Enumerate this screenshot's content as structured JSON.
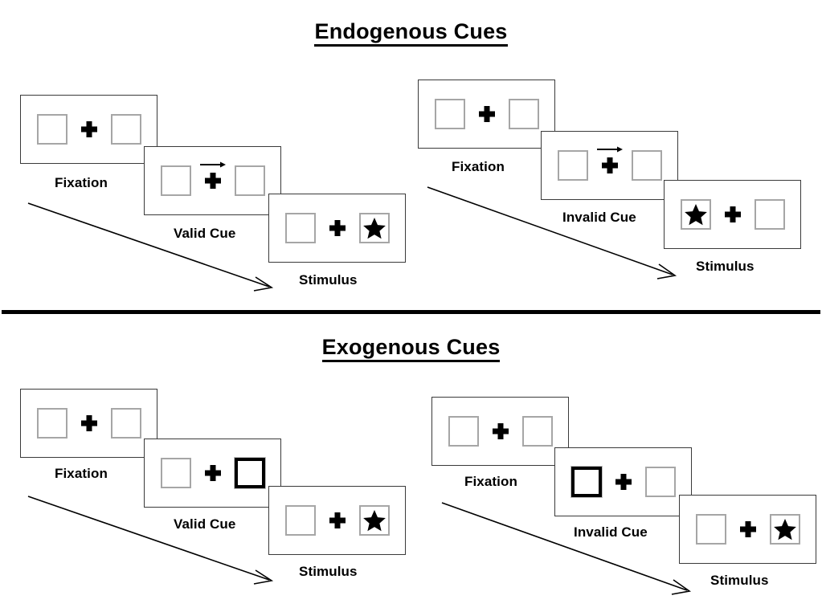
{
  "page": {
    "background": "#ffffff",
    "accent": "#000000",
    "box_border_color": "#a6a6a6",
    "cued_box_border_color": "#000000",
    "frame_border_color": "#3a3a3a"
  },
  "sections": [
    {
      "id": "endogenous",
      "title": "Endogenous Cues",
      "cue_type": "arrow",
      "columns": [
        {
          "id": "endogenous-valid",
          "stages": [
            {
              "label": "Fixation",
              "left_box": "empty",
              "right_box": "empty",
              "center": "plus",
              "arrow": "none"
            },
            {
              "label": "Valid Cue",
              "left_box": "empty",
              "right_box": "empty",
              "center": "plus-arrow",
              "arrow": "right"
            },
            {
              "label": "Stimulus",
              "left_box": "empty",
              "right_box": "star",
              "center": "plus",
              "arrow": "none"
            }
          ]
        },
        {
          "id": "endogenous-invalid",
          "stages": [
            {
              "label": "Fixation",
              "left_box": "empty",
              "right_box": "empty",
              "center": "plus",
              "arrow": "none"
            },
            {
              "label": "Invalid Cue",
              "left_box": "empty",
              "right_box": "empty",
              "center": "plus-arrow",
              "arrow": "right"
            },
            {
              "label": "Stimulus",
              "left_box": "star",
              "right_box": "empty",
              "center": "plus",
              "arrow": "none"
            }
          ]
        }
      ]
    },
    {
      "id": "exogenous",
      "title": "Exogenous Cues",
      "cue_type": "box-highlight",
      "columns": [
        {
          "id": "exogenous-valid",
          "stages": [
            {
              "label": "Fixation",
              "left_box": "empty",
              "right_box": "empty",
              "center": "plus",
              "arrow": "none"
            },
            {
              "label": "Valid Cue",
              "left_box": "empty",
              "right_box": "cued",
              "center": "plus",
              "arrow": "none"
            },
            {
              "label": "Stimulus",
              "left_box": "empty",
              "right_box": "star",
              "center": "plus",
              "arrow": "none"
            }
          ]
        },
        {
          "id": "exogenous-invalid",
          "stages": [
            {
              "label": "Fixation",
              "left_box": "empty",
              "right_box": "empty",
              "center": "plus",
              "arrow": "none"
            },
            {
              "label": "Invalid Cue",
              "left_box": "cued",
              "right_box": "empty",
              "center": "plus",
              "arrow": "none"
            },
            {
              "label": "Stimulus",
              "left_box": "empty",
              "right_box": "star",
              "center": "plus",
              "arrow": "none"
            }
          ]
        }
      ]
    }
  ],
  "icons": {
    "star": "star-icon",
    "plus": "fixation-cross-icon",
    "cue_arrow": "arrow-right-icon",
    "time_arrow": "time-flow-arrow-icon"
  }
}
